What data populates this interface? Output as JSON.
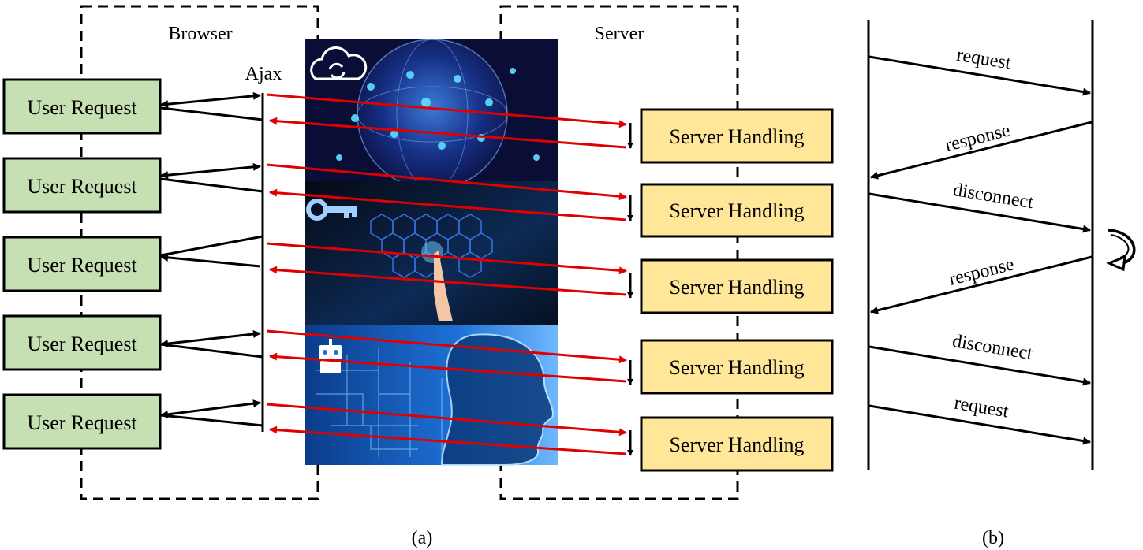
{
  "panel_a": {
    "browser_label": "Browser",
    "server_label": "Server",
    "ajax_label": "Ajax",
    "user_requests": [
      "User Request",
      "User Request",
      "User Request",
      "User Request",
      "User Request"
    ],
    "server_handlings": [
      "Server Handling",
      "Server Handling",
      "Server Handling",
      "Server Handling",
      "Server Handling"
    ],
    "caption": "(a)",
    "colors": {
      "user_box": "#c6e0b4",
      "server_box": "#ffe699",
      "ajax_arrow": "#e00000",
      "arrow": "#000000"
    },
    "image_icons": [
      "cloud-sync-icon",
      "key-icon",
      "robot-icon"
    ]
  },
  "panel_b": {
    "messages": [
      "request",
      "response",
      "disconnect",
      "response",
      "disconnect",
      "request"
    ],
    "loop_icon": "u-turn-arrow-icon",
    "caption": "(b)"
  }
}
